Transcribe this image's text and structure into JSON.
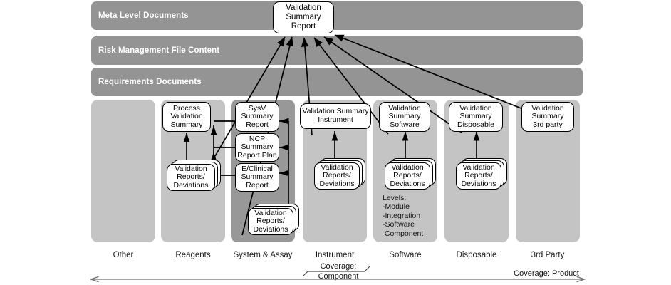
{
  "diagram": {
    "title_node": {
      "label": "Validation\nSummary\nReport"
    },
    "bands": [
      {
        "label": "Meta Level Documents"
      },
      {
        "label": "Risk Management File Content"
      },
      {
        "label": "Requirements Documents"
      }
    ],
    "columns": [
      {
        "key": "other",
        "caption": "Other",
        "shade": "light"
      },
      {
        "key": "reagents",
        "caption": "Reagents",
        "shade": "light"
      },
      {
        "key": "system",
        "caption": "System & Assay",
        "shade": "dark"
      },
      {
        "key": "instrument",
        "caption": "Instrument",
        "shade": "light"
      },
      {
        "key": "software",
        "caption": "Software",
        "shade": "light"
      },
      {
        "key": "disposable",
        "caption": "Disposable",
        "shade": "light"
      },
      {
        "key": "thirdparty",
        "caption": "3rd Party",
        "shade": "light"
      }
    ],
    "nodes": {
      "process_validation_summary": "Process\nValidation\nSummary",
      "reagents_reports": "Validation\nReports/\nDeviations",
      "sysv_summary_report": "SysV\nSummary\nReport",
      "ncp_summary_report_plan": "NCP\nSummary\nReport Plan",
      "eclinical_summary_report": "E/Clinical\nSummary\nReport",
      "system_reports": "Validation\nReports/\nDeviations",
      "validation_summary_instrument": "Validation Summary\nInstrument",
      "instrument_reports": "Validation\nReports/\nDeviations",
      "validation_summary_software": "Validation\nSummary\nSoftware",
      "software_reports": "Validation\nReports/\nDeviations",
      "validation_summary_disposable": "Validation\nSummary\nDisposable",
      "disposable_reports": "Validation\nReports/\nDeviations",
      "validation_summary_3rdparty": "Validation\nSummary\n3rd party"
    },
    "levels_note": "Levels:\n-Module\n-Integration\n-Software\n Component",
    "coverage": {
      "component_line1": "Coverage:",
      "component_line2": "Component",
      "product": "Coverage: Product"
    },
    "colors": {
      "band_gray": "#949494",
      "column_light": "#c4c4c4",
      "column_dark": "#989898",
      "node_fill": "#ffffff",
      "stroke": "#000000",
      "band_text": "#ffffff"
    }
  }
}
